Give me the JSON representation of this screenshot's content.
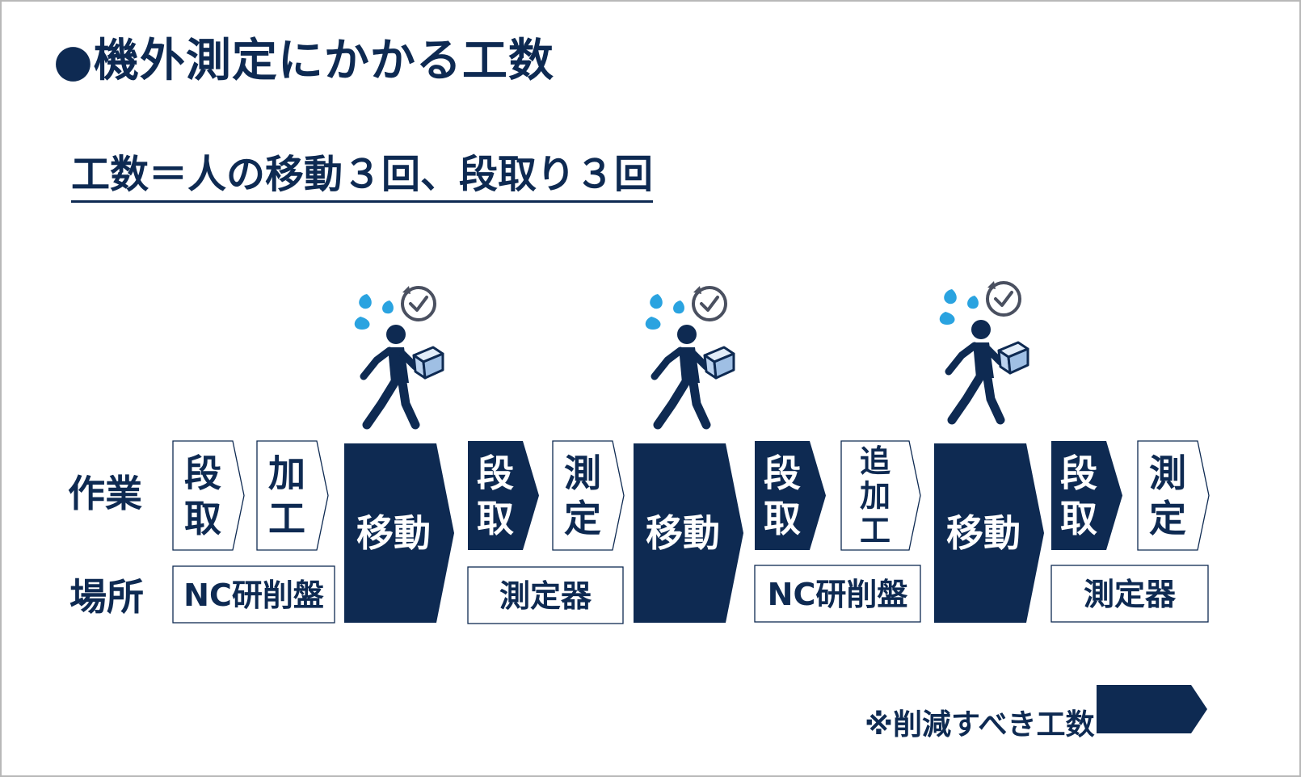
{
  "title": "●機外測定にかかる工数",
  "subtitle": "工数＝人の移動３回、段取り３回",
  "row_labels": {
    "work": "作業",
    "place": "場所"
  },
  "colors": {
    "navy": "#0e2a52",
    "drop": "#2aa3e0",
    "box": "#bcd3ef",
    "border": "#c8c8c8",
    "clock": "#4a5060"
  },
  "steps": [
    {
      "label": "段取",
      "style": "outline"
    },
    {
      "label": "加工",
      "style": "outline"
    },
    {
      "label": "移動",
      "style": "move"
    },
    {
      "label": "段取",
      "style": "filled"
    },
    {
      "label": "測定",
      "style": "outline"
    },
    {
      "label": "移動",
      "style": "move"
    },
    {
      "label": "段取",
      "style": "filled"
    },
    {
      "label": "追加工",
      "style": "outline"
    },
    {
      "label": "移動",
      "style": "move"
    },
    {
      "label": "段取",
      "style": "filled"
    },
    {
      "label": "測定",
      "style": "outline"
    }
  ],
  "places": [
    "NC研削盤",
    "測定器",
    "NC研削盤",
    "測定器"
  ],
  "walker_icons": [
    "walking-person-carrying-box-icon",
    "sweat-drops-icon",
    "clock-icon"
  ],
  "legend": {
    "text": "※削減すべき工数"
  }
}
